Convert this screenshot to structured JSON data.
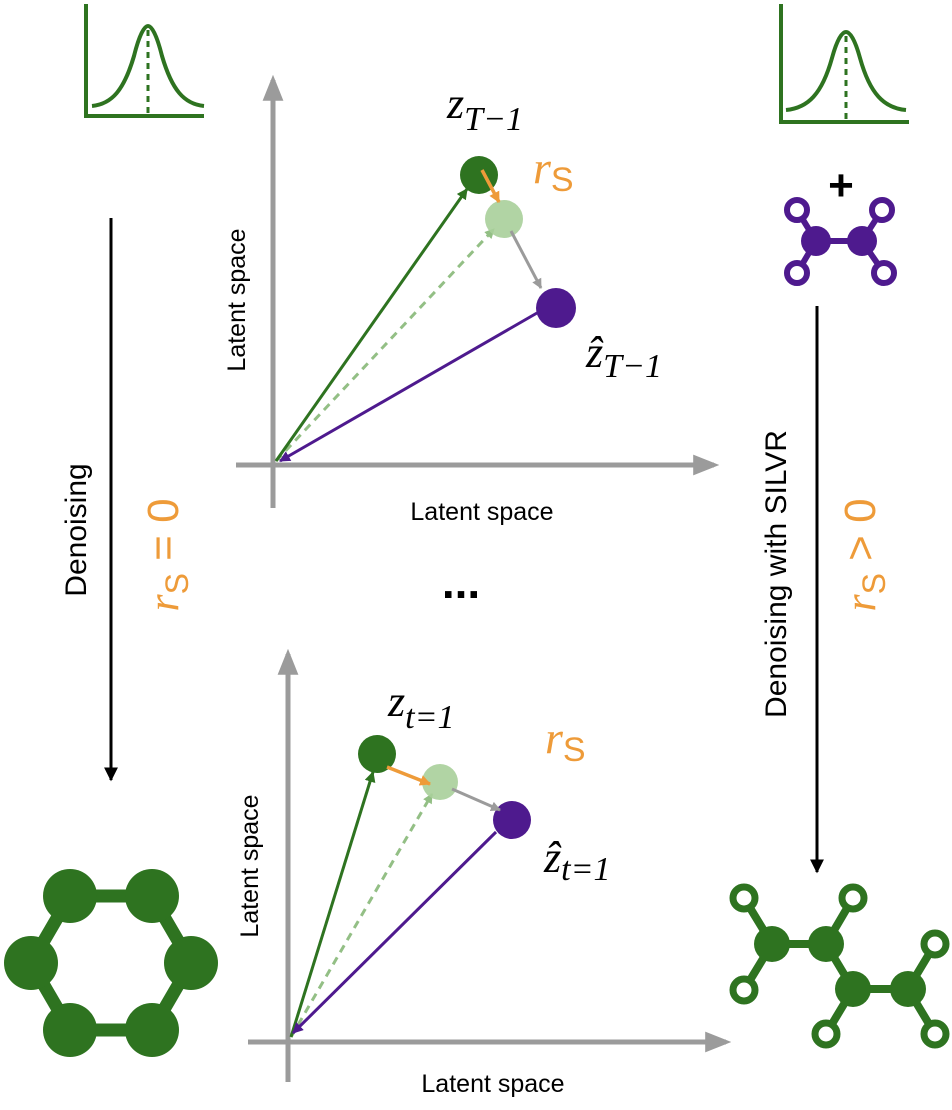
{
  "colors": {
    "green": "#2E7320",
    "green_light": "#A9CF9A",
    "purple": "#4E1A8E",
    "orange": "#EE9B39",
    "gray": "#9B9B9B",
    "black": "#000000"
  },
  "left_column": {
    "label": "Denoising",
    "condition_var": "r",
    "condition_sub": "S",
    "condition_rel": " = 0"
  },
  "right_column": {
    "label": "Denoising with SILVR",
    "condition_var": "r",
    "condition_sub": "S",
    "condition_rel": " > 0",
    "plus_sign": "+"
  },
  "top_plot": {
    "xlabel": "Latent space",
    "ylabel": "Latent space",
    "point_label_base": "z",
    "point_label_sub": "T−1",
    "hat_label_base": "ẑ",
    "hat_label_sub": "T−1",
    "rs_var": "r",
    "rs_sub": "S"
  },
  "bottom_plot": {
    "xlabel": "Latent space",
    "ylabel": "Latent space",
    "point_label_base": "z",
    "point_label_sub": "t=1",
    "hat_label_base": "ẑ",
    "hat_label_sub": "t=1",
    "rs_var": "r",
    "rs_sub": "S"
  },
  "ellipsis": "..."
}
